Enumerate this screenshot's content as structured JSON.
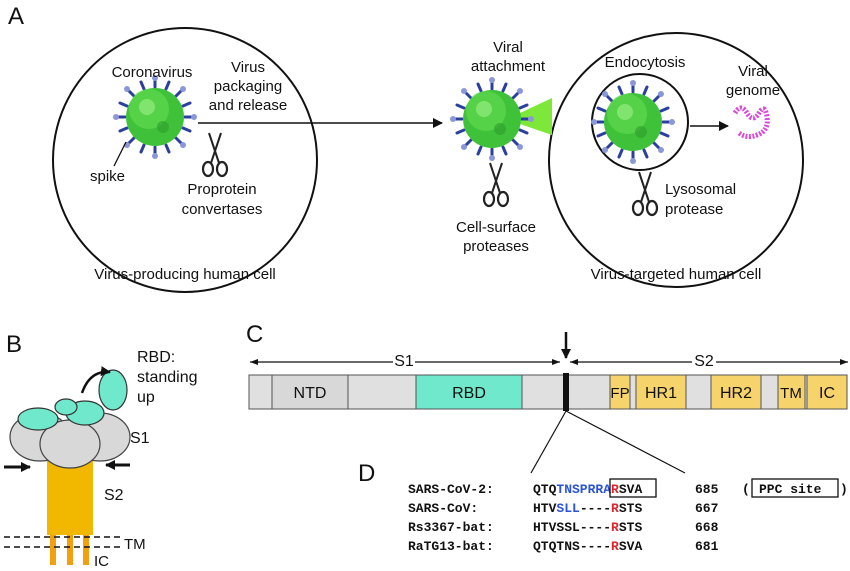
{
  "panel_a": {
    "letter": "A",
    "coronavirus": "Coronavirus",
    "virus_pack_1": "Virus",
    "virus_pack_2": "packaging",
    "virus_pack_3": "and release",
    "spike": "spike",
    "proprotein_1": "Proprotein",
    "proprotein_2": "convertases",
    "producing_cell": "Virus-producing human cell",
    "attach_1": "Viral",
    "attach_2": "attachment",
    "cell_surface_1": "Cell-surface",
    "cell_surface_2": "proteases",
    "endocytosis": "Endocytosis",
    "genome_1": "Viral",
    "genome_2": "genome",
    "lyso_1": "Lysosomal",
    "lyso_2": "protease",
    "targeted_cell": "Virus-targeted human cell"
  },
  "panel_b": {
    "letter": "B",
    "rbd_1": "RBD:",
    "rbd_2": "standing",
    "rbd_3": "up",
    "s1": "S1",
    "s2": "S2",
    "tm": "TM",
    "ic": "IC"
  },
  "panel_c": {
    "letter": "C",
    "s1": "S1",
    "s2": "S2",
    "domains": {
      "ntd": "NTD",
      "rbd": "RBD",
      "fp": "FP",
      "hr1": "HR1",
      "hr2": "HR2",
      "tm": "TM",
      "ic": "IC"
    }
  },
  "panel_d": {
    "letter": "D",
    "ppc_site": "PPC site",
    "rows": [
      {
        "name": "SARS-CoV-2:",
        "seq": [
          "QTQ",
          "TNSP",
          "RRA",
          "R",
          "SVA"
        ],
        "num": "685"
      },
      {
        "name": "SARS-CoV:",
        "seq": [
          "HTV",
          "SLL",
          "----",
          "R",
          "STS"
        ],
        "num": "667"
      },
      {
        "name": "Rs3367-bat:",
        "seq": [
          "HTVSSL",
          "----",
          "R",
          "STS"
        ],
        "num": "668"
      },
      {
        "name": "RaTG13-bat:",
        "seq": [
          "QTQTNS",
          "----",
          "R",
          "SVA"
        ],
        "num": "681"
      }
    ]
  },
  "colors": {
    "virus_green": "#3fc23a",
    "spike_blue": "#2b3f9e",
    "attach_green": "#7ee83a",
    "rbd_teal": "#6fe8cc",
    "s2_orange": "#f2b800",
    "domain_yellow": "#f7d36b",
    "seq_blue": "#2a54d6",
    "seq_red": "#e0242a",
    "genome_magenta": "#d94ad9"
  }
}
